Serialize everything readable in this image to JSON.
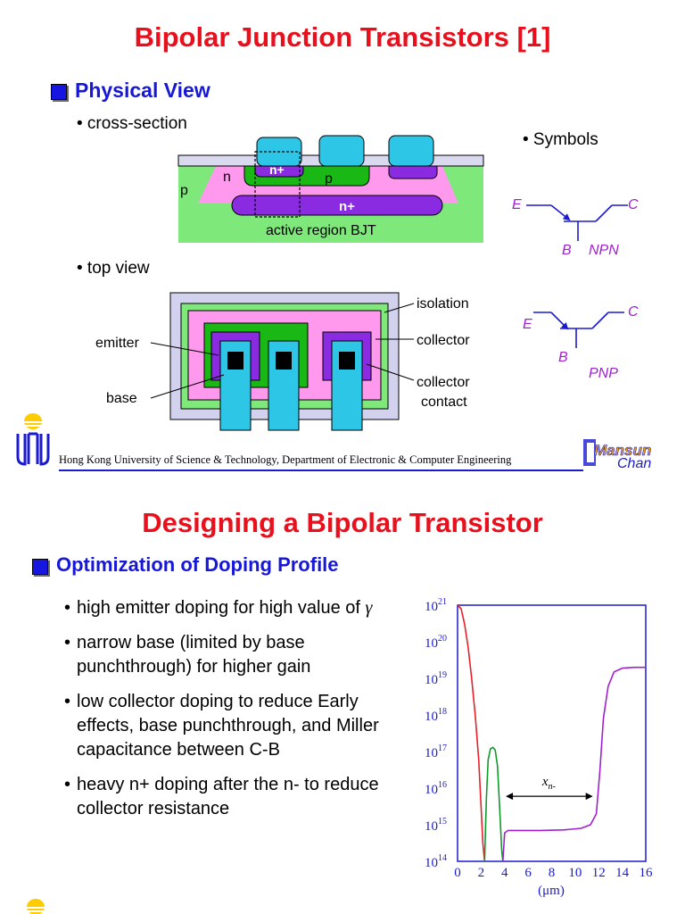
{
  "slide1": {
    "title": "Bipolar Junction Transistors [1]",
    "heading": "Physical View",
    "bullet_cross_section": "• cross-section",
    "bullet_symbols": "• Symbols",
    "bullet_top_view": "• top view",
    "cross_section": {
      "label_n": "n",
      "label_p_base": "p",
      "label_p_sub": "p",
      "label_n_plus_emitter": "n+",
      "label_n_plus_buried": "n+",
      "caption": "active region BJT"
    },
    "top_view": {
      "isolation": "isolation",
      "collector": "collector",
      "emitter": "emitter",
      "base": "base",
      "collector_contact_1": "collector",
      "collector_contact_2": "contact"
    },
    "symbols": {
      "npn": {
        "e": "E",
        "c": "C",
        "b": "B",
        "name": "NPN"
      },
      "pnp": {
        "e": "E",
        "c": "C",
        "b": "B",
        "name": "PNP"
      }
    },
    "footer": "Hong Kong University of Science & Technology, Department of Electronic & Computer Engineering",
    "logo_top": "Mansun",
    "logo_bottom": "Chan"
  },
  "slide2": {
    "title": "Designing a Bipolar Transistor",
    "heading": "Optimization of Doping Profile",
    "bullets": [
      {
        "text": "high emitter doping for high value of ",
        "symbol": "γ"
      },
      {
        "text": "narrow base (limited by base punchthrough) for higher gain",
        "symbol": ""
      },
      {
        "text": "low collector doping to reduce Early effects, base punchthrough, and Miller capacitance between C-B",
        "symbol": ""
      },
      {
        "text": "heavy n+ doping after the n- to reduce collector resistance",
        "symbol": ""
      }
    ]
  },
  "chart_data": {
    "type": "line",
    "xlabel": "(μm)",
    "xlim": [
      0,
      16
    ],
    "x_ticks": [
      "0",
      "2",
      "4",
      "6",
      "8",
      "10",
      "12",
      "14",
      "16"
    ],
    "y_scale": "log",
    "ylim": [
      100000000000000.0,
      1e+21
    ],
    "y_ticks": [
      {
        "base": "10",
        "exp": "21"
      },
      {
        "base": "10",
        "exp": "20"
      },
      {
        "base": "10",
        "exp": "19"
      },
      {
        "base": "10",
        "exp": "18"
      },
      {
        "base": "10",
        "exp": "17"
      },
      {
        "base": "10",
        "exp": "16"
      },
      {
        "base": "10",
        "exp": "15"
      },
      {
        "base": "10",
        "exp": "14"
      }
    ],
    "annotation": "x",
    "annotation_sub": "n-",
    "colors": {
      "emitter": "#e8202a",
      "base": "#109a2a",
      "collector": "#a020d0",
      "axes": "#1a1ad0"
    },
    "series": [
      {
        "key": "emitter",
        "x": [
          0,
          0.3,
          0.6,
          0.9,
          1.2,
          1.5,
          1.8,
          2.0,
          2.15,
          2.3
        ],
        "y": [
          1e+21,
          8e+20,
          3e+20,
          7e+19,
          1e+19,
          1e+18,
          6e+16,
          3000000000000000.0,
          300000000000000.0,
          100000000000000.0
        ]
      },
      {
        "key": "base",
        "x": [
          2.3,
          2.45,
          2.6,
          2.8,
          3.0,
          3.2,
          3.4,
          3.6,
          3.75,
          3.85
        ],
        "y": [
          100000000000000.0,
          5000000000000000.0,
          6e+16,
          1.2e+17,
          1.3e+17,
          1.1e+17,
          4e+16,
          2000000000000000.0,
          200000000000000.0,
          100000000000000.0
        ]
      },
      {
        "key": "collector",
        "x": [
          3.85,
          4.0,
          4.3,
          5,
          7,
          9,
          10.5,
          11.3,
          11.8,
          12.1,
          12.4,
          12.8,
          13.3,
          14,
          15,
          16
        ],
        "y": [
          100000000000000.0,
          600000000000000.0,
          700000000000000.0,
          700000000000000.0,
          700000000000000.0,
          720000000000000.0,
          800000000000000.0,
          1000000000000000.0,
          2000000000000000.0,
          3e+16,
          8e+17,
          6e+18,
          1.5e+19,
          1.9e+19,
          2e+19,
          2e+19
        ]
      }
    ],
    "arrow_x": [
      4.1,
      11.5
    ],
    "arrow_y": 6000000000000000.0
  }
}
